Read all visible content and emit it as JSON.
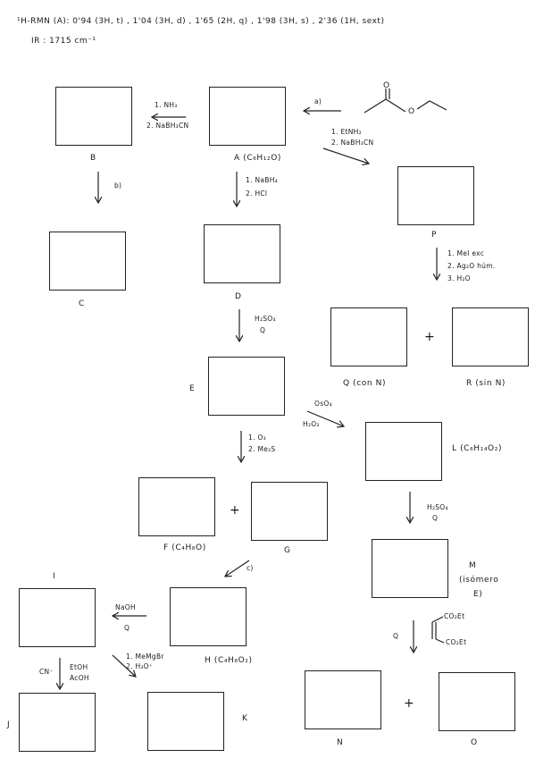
{
  "header": {
    "nmr": "¹H-RMN (A):   0'94 (3H, t) , 1'04 (3H, d) , 1'65 (2H, q) , 1'98 (3H, s) , 2'36 (1H, sext)",
    "ir": "IR : 1715 cm⁻¹"
  },
  "labels": {
    "A": "A (C₆H₁₂O)",
    "B": "B",
    "C": "C",
    "D": "D",
    "E": "E",
    "F": "F (C₄H₈O)",
    "G": "G",
    "H": "H (C₄H₈O₂)",
    "I": "I",
    "J": "J",
    "K": "K",
    "L": "L (C₆H₁₄O₂)",
    "M_line1": "M",
    "M_line2": "(isómero",
    "M_line3": "E)",
    "N": "N",
    "O": "O",
    "P": "P",
    "Q": "Q (con N)",
    "R": "R (sin N)"
  },
  "reagents": {
    "a": "a)",
    "b": "b)",
    "c": "c)",
    "A_to_B_1": "1. NH₃",
    "A_to_B_2": "2. NaBH₃CN",
    "A_to_P_1": "1. EtNH₂",
    "A_to_P_2": "2. NaBH₃CN",
    "A_to_D_1": "1. NaBH₄",
    "A_to_D_2": "2. HCl",
    "P_to_QR_1": "1. MeI exc",
    "P_to_QR_2": "2. Ag₂O húm.",
    "P_to_QR_3": "3. H₂O",
    "D_to_E_1": "H₂SO₄",
    "D_to_E_2": "Q",
    "E_to_L_1": "OsO₄",
    "E_to_L_2": "H₂O₂",
    "E_to_FG_1": "1. O₃",
    "E_to_FG_2": "2. Me₂S",
    "L_to_M_1": "H₂SO₄",
    "L_to_M_2": "Q",
    "H_to_I_1": "NaOH",
    "H_to_I_2": "Q",
    "H_to_K_1": "1. MeMgBr",
    "H_to_K_2": "2. H₃O⁺",
    "I_to_J_left": "CN⁻",
    "I_to_J_1": "EtOH",
    "I_to_J_2": "AcOH",
    "M_to_NO_heat": "Q",
    "dienophile_top": "CO₂Et",
    "dienophile_bottom": "CO₂Et"
  },
  "symbols": {
    "plus": "+",
    "ketone_O": "O",
    "ester_O": "O"
  }
}
